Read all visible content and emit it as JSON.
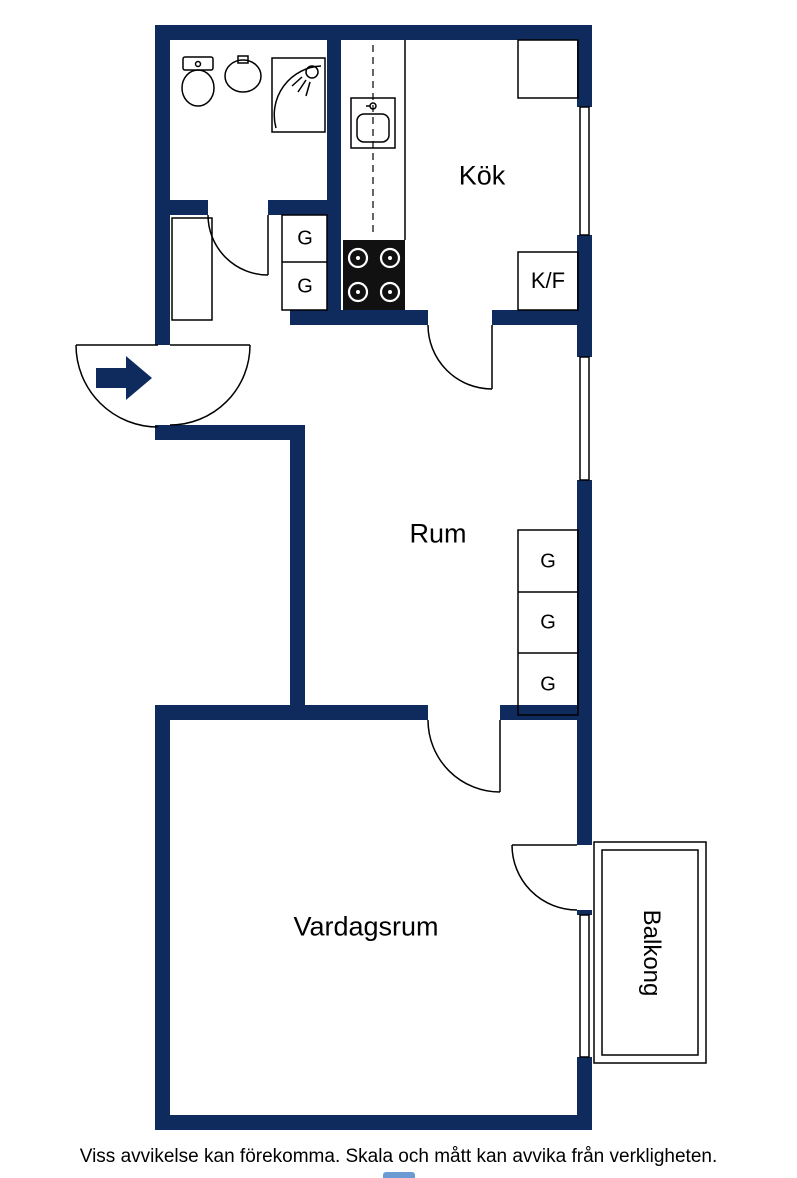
{
  "colors": {
    "wall": "#0f2b5e",
    "background": "#ffffff",
    "line": "#000000",
    "text": "#000000",
    "stove": "#111111",
    "logo": "#6b9bd2"
  },
  "rooms": {
    "kitchen": {
      "label": "Kök"
    },
    "room": {
      "label": "Rum"
    },
    "living_room": {
      "label": "Vardagsrum"
    },
    "balcony": {
      "label": "Balkong"
    },
    "fridge_freezer": {
      "label": "K/F"
    }
  },
  "closets": {
    "hall_upper": [
      "G",
      "G"
    ],
    "room_right": [
      "G",
      "G",
      "G"
    ]
  },
  "fixtures": {
    "bathroom": [
      "toilet-icon",
      "washbasin-icon",
      "shower-icon"
    ],
    "kitchen": [
      "kitchen-sink-icon",
      "stove-icon"
    ],
    "entry": [
      "entry-arrow-icon"
    ]
  },
  "footer": {
    "disclaimer": "Viss avvikelse kan förekomma. Skala och mått kan avvika från verkligheten."
  }
}
